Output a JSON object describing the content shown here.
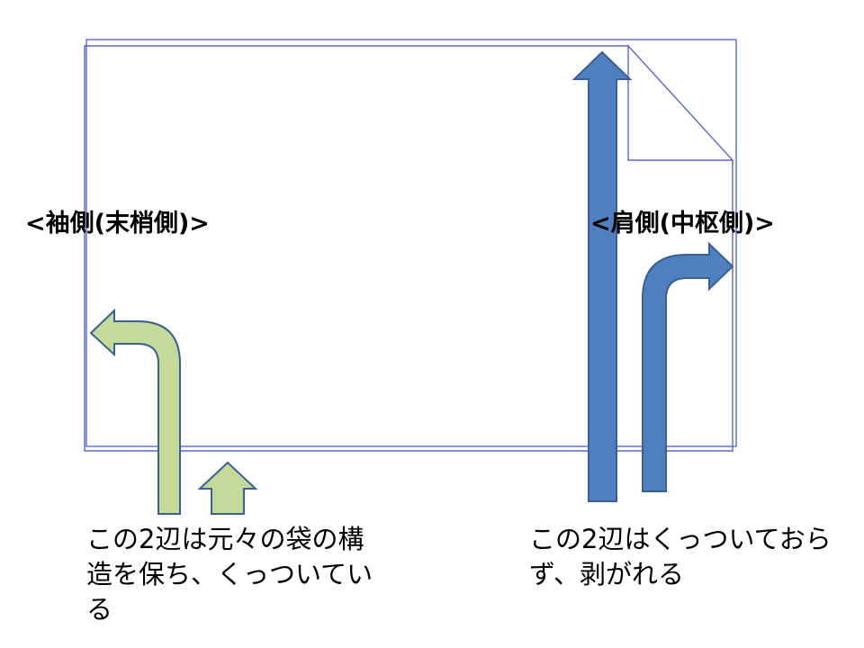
{
  "labels": {
    "left_side": "<袖側(末梢側)>",
    "right_side": "<肩側(中枢側)>"
  },
  "captions": {
    "left": "この2辺は元々の袋の構造を保ち、くっついている",
    "right": "この2辺はくっついておらず、剥がれる"
  },
  "colors": {
    "outline": "#5a67c8",
    "blue_arrow_fill": "#4f7fbf",
    "blue_arrow_stroke": "#3a5f93",
    "green_arrow_fill": "#c5d99a",
    "green_arrow_stroke": "#3a5f93"
  }
}
